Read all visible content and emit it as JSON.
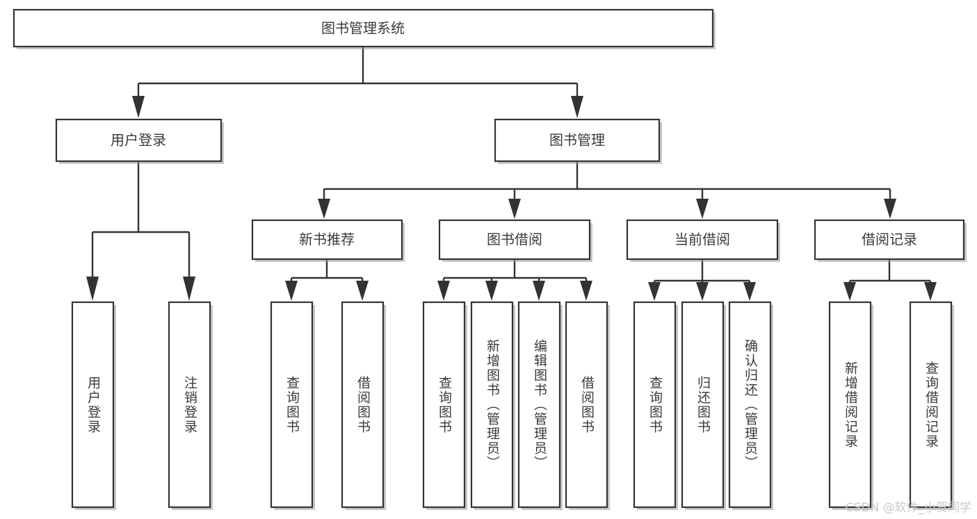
{
  "diagram": {
    "title": "图书管理系统",
    "type": "tree",
    "root": {
      "label": "图书管理系统",
      "children": [
        {
          "label": "用户登录",
          "children": [
            {
              "label": "用户登录"
            },
            {
              "label": "注销登录"
            }
          ]
        },
        {
          "label": "图书管理",
          "children": [
            {
              "label": "新书推荐",
              "children": [
                {
                  "label": "查询图书"
                },
                {
                  "label": "借阅图书"
                }
              ]
            },
            {
              "label": "图书借阅",
              "children": [
                {
                  "label": "查询图书"
                },
                {
                  "label": "新增图书（管理员）"
                },
                {
                  "label": "编辑图书（管理员）"
                },
                {
                  "label": "借阅图书"
                }
              ]
            },
            {
              "label": "当前借阅",
              "children": [
                {
                  "label": "查询图书"
                },
                {
                  "label": "归还图书"
                },
                {
                  "label": "确认归还（管理员）"
                }
              ]
            },
            {
              "label": "借阅记录",
              "children": [
                {
                  "label": "新增借阅记录"
                },
                {
                  "label": "查询借阅记录"
                }
              ]
            }
          ]
        }
      ]
    },
    "nodes": {
      "root": "图书管理系统",
      "l1_user_login": "用户登录",
      "l1_book_mgmt": "图书管理",
      "l2_new_book_rec": "新书推荐",
      "l2_book_borrow": "图书借阅",
      "l2_current_borrow": "当前借阅",
      "l2_borrow_record": "借阅记录",
      "leaf_user_login": "用户登录",
      "leaf_logout": "注销登录",
      "leaf_rec_query": "查询图书",
      "leaf_rec_borrow": "借阅图书",
      "leaf_bb_query": "查询图书",
      "leaf_bb_add": "新增图书（管理员）",
      "leaf_bb_edit": "编辑图书（管理员）",
      "leaf_bb_borrow": "借阅图书",
      "leaf_cb_query": "查询图书",
      "leaf_cb_return": "归还图书",
      "leaf_cb_confirm": "确认归还（管理员）",
      "leaf_br_add": "新增借阅记录",
      "leaf_br_query": "查询借阅记录"
    },
    "colors": {
      "box_stroke": "#333333",
      "box_fill": "#ffffff",
      "connector": "#333333",
      "text": "#3a3a3a",
      "watermark": "#c9c9c9",
      "background": "#ffffff"
    }
  },
  "watermark": {
    "text": "CSDN @软件_小贺同学"
  }
}
